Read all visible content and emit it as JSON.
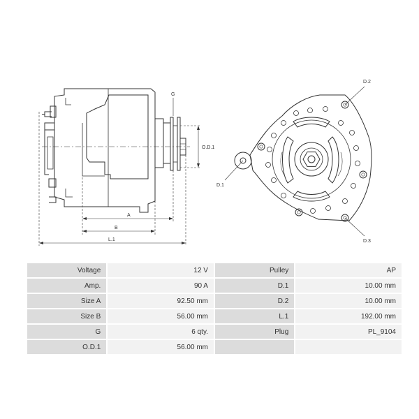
{
  "drawing": {
    "labels": {
      "g": "G",
      "od1": "O.D.1",
      "a": "A",
      "b": "B",
      "l1": "L.1",
      "d1": "D.1",
      "d2": "D.2",
      "d3": "D.3"
    }
  },
  "specs": {
    "rows": [
      [
        {
          "k": "Voltage",
          "v": "12 V"
        },
        {
          "k": "Pulley",
          "v": "AP"
        }
      ],
      [
        {
          "k": "Amp.",
          "v": "90 A"
        },
        {
          "k": "D.1",
          "v": "10.00 mm"
        }
      ],
      [
        {
          "k": "Size A",
          "v": "92.50 mm"
        },
        {
          "k": "D.2",
          "v": "10.00 mm"
        }
      ],
      [
        {
          "k": "Size B",
          "v": "56.00 mm"
        },
        {
          "k": "L.1",
          "v": "192.00 mm"
        }
      ],
      [
        {
          "k": "G",
          "v": "6 qty."
        },
        {
          "k": "Plug",
          "v": "PL_9104"
        }
      ],
      [
        {
          "k": "O.D.1",
          "v": "56.00 mm"
        },
        {
          "k": "",
          "v": ""
        }
      ]
    ]
  }
}
